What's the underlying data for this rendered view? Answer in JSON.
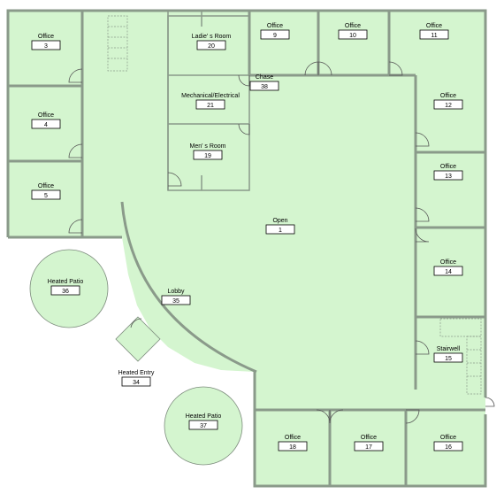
{
  "rooms": [
    {
      "id": "r3",
      "name": "Office",
      "number": "3"
    },
    {
      "id": "r4",
      "name": "Office",
      "number": "4"
    },
    {
      "id": "r5",
      "name": "Office",
      "number": "5"
    },
    {
      "id": "r9",
      "name": "Office",
      "number": "9"
    },
    {
      "id": "r10",
      "name": "Office",
      "number": "10"
    },
    {
      "id": "r11",
      "name": "Office",
      "number": "11"
    },
    {
      "id": "r12",
      "name": "Office",
      "number": "12"
    },
    {
      "id": "r13",
      "name": "Office",
      "number": "13"
    },
    {
      "id": "r14",
      "name": "Office",
      "number": "14"
    },
    {
      "id": "r15",
      "name": "Stairwell",
      "number": "15"
    },
    {
      "id": "r16",
      "name": "Office",
      "number": "16"
    },
    {
      "id": "r17",
      "name": "Office",
      "number": "17"
    },
    {
      "id": "r18",
      "name": "Office",
      "number": "18"
    },
    {
      "id": "r20",
      "name": "Ladie' s Room",
      "number": "20"
    },
    {
      "id": "r38",
      "name": "Chase",
      "number": "38"
    },
    {
      "id": "r21",
      "name": "Mechanical/Electrical",
      "number": "21"
    },
    {
      "id": "r19",
      "name": "Men' s Room",
      "number": "19"
    },
    {
      "id": "r1",
      "name": "Open",
      "number": "1"
    },
    {
      "id": "r35",
      "name": "Lobby",
      "number": "35"
    },
    {
      "id": "r36",
      "name": "Heated Patio",
      "number": "36"
    },
    {
      "id": "r34",
      "name": "Heated Entry",
      "number": "34"
    },
    {
      "id": "r37",
      "name": "Heated Patio",
      "number": "37"
    }
  ],
  "colors": {
    "room_fill": "#d4f5cf",
    "wall": "#8a9a8a",
    "tag_border": "#000000"
  }
}
